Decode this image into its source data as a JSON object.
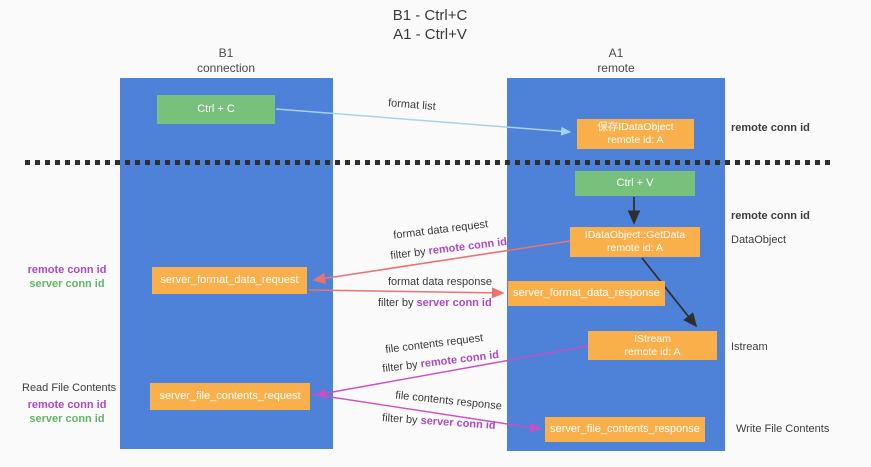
{
  "title": {
    "line1": "B1 - Ctrl+C",
    "line2": "A1 - Ctrl+V"
  },
  "lanes": {
    "left": {
      "name": "B1",
      "role": "connection"
    },
    "right": {
      "name": "A1",
      "role": "remote"
    }
  },
  "nodes": {
    "ctrl_c": "Ctrl + C",
    "ctrl_v": "Ctrl + V",
    "save_idataobject": {
      "line1": "保存IDataObject",
      "line2": "remote id: A"
    },
    "getdata": {
      "line1": "IDataObject::GetData",
      "line2": "remote id: A"
    },
    "istream": {
      "line1": "IStream",
      "line2": "remote id: A"
    },
    "format_request": "server_format_data_request",
    "format_response": "server_format_data_response",
    "file_request": "server_file_contents_request",
    "file_response": "server_file_contents_response"
  },
  "labels": {
    "format_list": "format list",
    "format_data_request": "format data request",
    "format_data_response": "format data response",
    "file_contents_request": "file contents request",
    "file_contents_response": "file contents response",
    "filter_by": "filter by ",
    "remote_conn_id": "remote conn id",
    "server_conn_id": "server conn id",
    "dataobject": "DataObject",
    "istream_side": "Istream",
    "read_file_contents": "Read File Contents",
    "write_file_contents": "Write File Contents"
  },
  "colors": {
    "lane_blue": "#4d82d8",
    "node_green": "#77c17c",
    "node_orange": "#fab04a",
    "arrow_blue": "#a5d2f0",
    "arrow_black": "#2f2f2f",
    "arrow_salmon": "#e8756f",
    "arrow_magenta": "#cb4ec4",
    "text_purple": "#a84bc4",
    "text_green": "#62b564",
    "dash": "#2f2f2f",
    "background": "#fafafa"
  }
}
